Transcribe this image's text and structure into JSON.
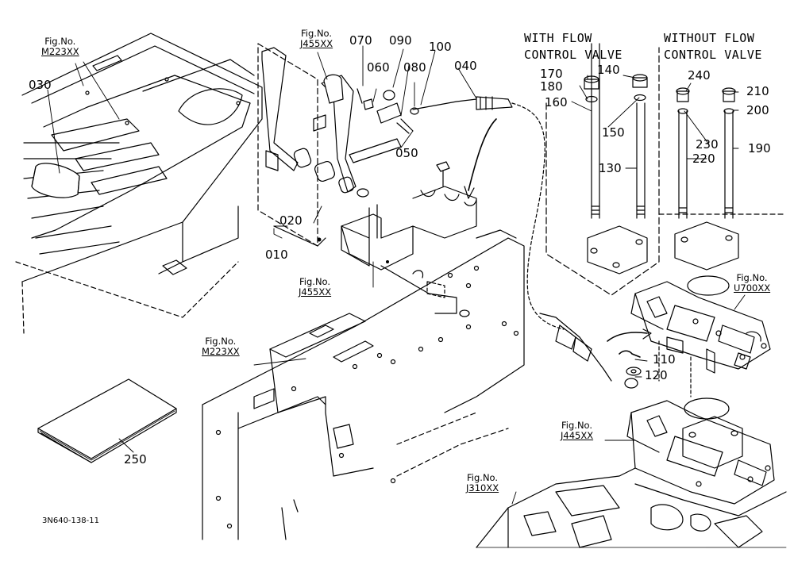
{
  "headers": {
    "with_flow": "WITH FLOW\nCONTROL VALVE",
    "without_flow": "WITHOUT FLOW\nCONTROL VALVE"
  },
  "figure_refs": [
    {
      "id": "fig-m223-top",
      "label": "Fig.No.",
      "code": "M223XX"
    },
    {
      "id": "fig-j455-top",
      "label": "Fig.No.",
      "code": "J455XX"
    },
    {
      "id": "fig-j455-mid",
      "label": "Fig.No.",
      "code": "J455XX"
    },
    {
      "id": "fig-m223-mid",
      "label": "Fig.No.",
      "code": "M223XX"
    },
    {
      "id": "fig-u700",
      "label": "Fig.No.",
      "code": "U700XX"
    },
    {
      "id": "fig-j445",
      "label": "Fig.No.",
      "code": "J445XX"
    },
    {
      "id": "fig-j310",
      "label": "Fig.No.",
      "code": "J310XX"
    }
  ],
  "part_labels": [
    "030",
    "070",
    "090",
    "100",
    "040",
    "060",
    "080",
    "050",
    "020",
    "010",
    "170",
    "140",
    "180",
    "160",
    "150",
    "130",
    "240",
    "210",
    "200",
    "230",
    "220",
    "190",
    "110",
    "120",
    "250"
  ],
  "doc_id": "3N640-138-11"
}
